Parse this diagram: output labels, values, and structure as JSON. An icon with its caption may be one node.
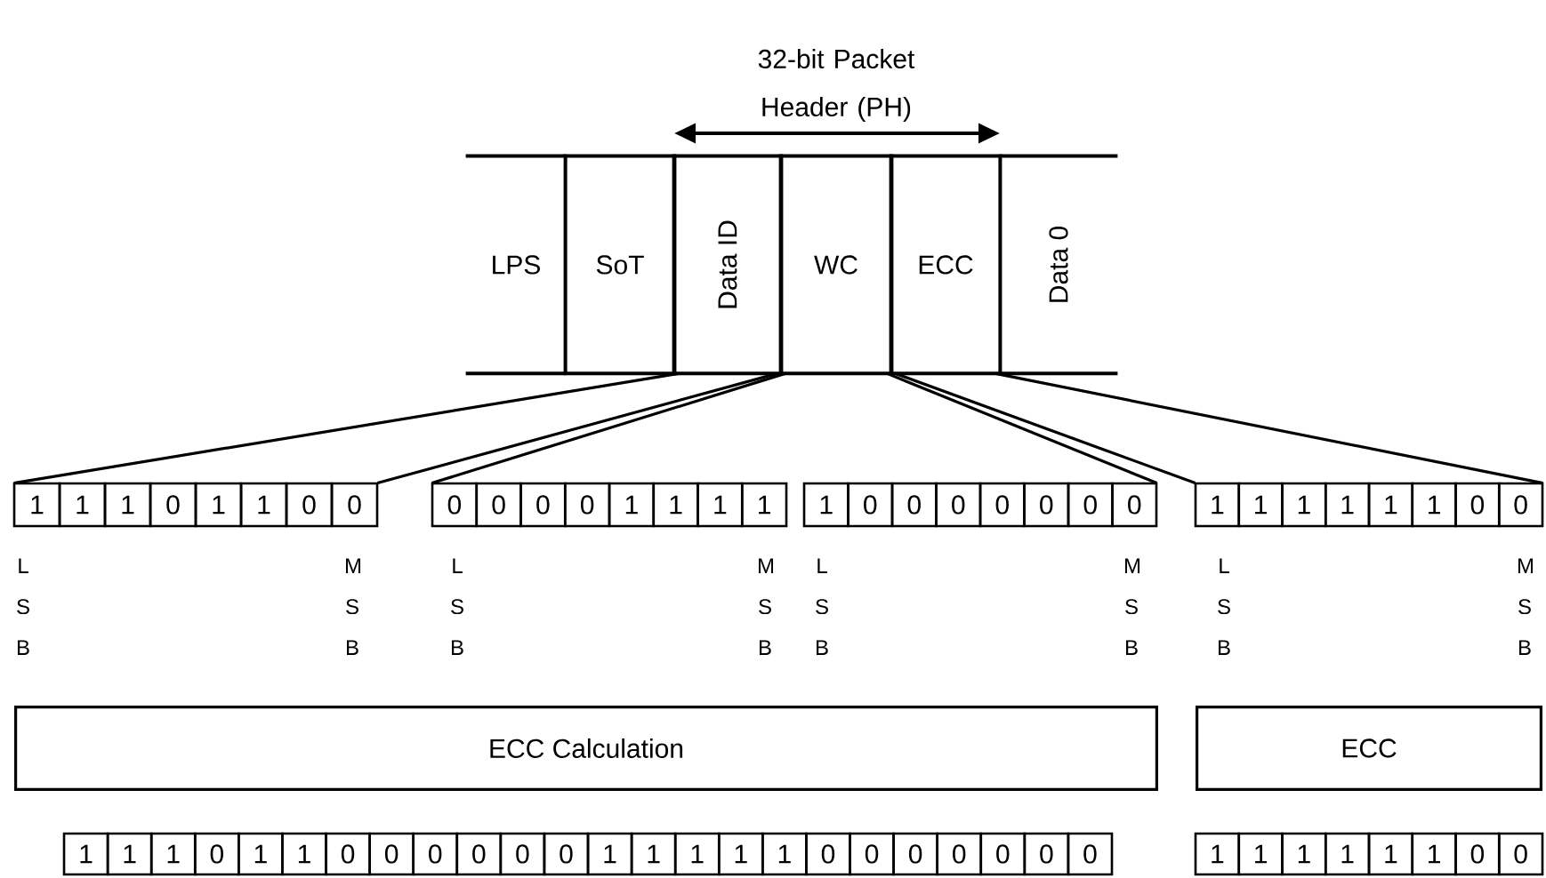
{
  "diagram": {
    "nodes": [
      {
        "text": [
          "LPS"
        ]
      },
      {
        "text": [
          "SoT"
        ]
      },
      {
        "text": [
          "Data ID"
        ]
      },
      {
        "text": [
          "WC"
        ]
      },
      {
        "text": [
          "ECC"
        ]
      },
      {
        "text": [
          "Data 0"
        ]
      },
      {
        "text": [
          "1",
          "1",
          "1",
          "0",
          "1",
          "1",
          "0",
          "0"
        ]
      },
      {
        "text": [
          "0",
          "0",
          "0",
          "0",
          "1",
          "1",
          "1",
          "1"
        ]
      },
      {
        "text": [
          "1",
          "0",
          "0",
          "0",
          "0",
          "0",
          "0",
          "0"
        ]
      },
      {
        "text": [
          "1",
          "1",
          "1",
          "1",
          "1",
          "1",
          "0",
          "0"
        ]
      },
      {
        "text": [
          "ECC Calculation"
        ]
      },
      {
        "text": [
          "ECC"
        ]
      },
      {
        "text": [
          "1",
          "1",
          "1",
          "0",
          "1",
          "1",
          "0",
          "0",
          "0",
          "0",
          "0",
          "0",
          "1",
          "1",
          "1",
          "1",
          "1",
          "0",
          "0",
          "0",
          "0",
          "0",
          "0",
          "0"
        ]
      },
      {
        "text": [
          "1",
          "1",
          "1",
          "1",
          "1",
          "1",
          "0",
          "0"
        ]
      }
    ],
    "edges": [
      {
        "from": 2,
        "to": 6,
        "arrow": "none"
      },
      {
        "from": 3,
        "to": 7,
        "arrow": "none"
      },
      {
        "from": 3,
        "to": 8,
        "arrow": "none"
      },
      {
        "from": 4,
        "to": 9,
        "arrow": "none"
      }
    ],
    "labels": [
      "32-bit Packet Header (PH)",
      "L S B",
      "M S B",
      "L S B",
      "M S B",
      "L S B",
      "M S B",
      "L S B",
      "M S B"
    ]
  }
}
